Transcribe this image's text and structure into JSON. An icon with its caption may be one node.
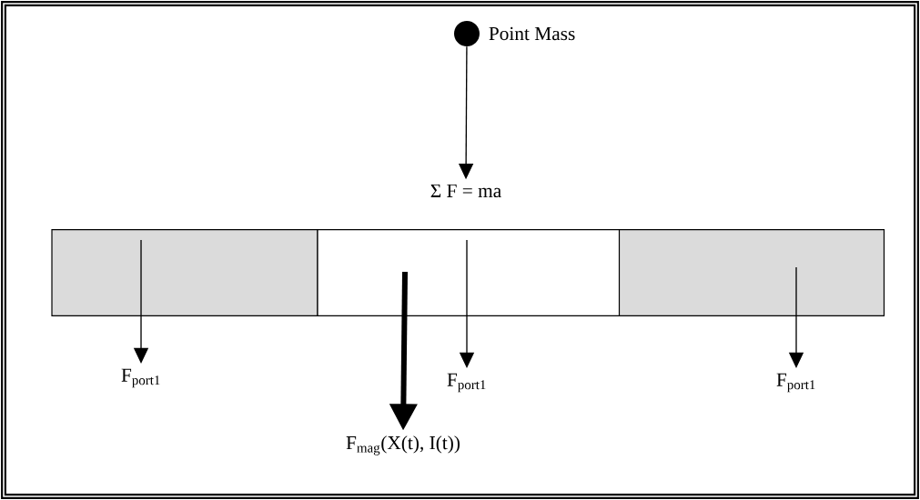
{
  "diagram": {
    "nodes": [
      {
        "text": [],
        "shape": "circle",
        "beside": [
          "Point Mass"
        ]
      },
      {
        "text": [
          "Σ F = ma"
        ]
      },
      {
        "text": [],
        "shape": "box"
      },
      {
        "text": [],
        "shape": "box"
      },
      {
        "text": [],
        "shape": "box"
      },
      {
        "text": [
          "F$_{port1}$"
        ]
      },
      {
        "text": [
          "F$_{port1}$"
        ]
      },
      {
        "text": [
          "F$_{port1}$"
        ]
      },
      {
        "text": [
          "F$_{mag}$(X(t), I(t))"
        ]
      }
    ],
    "edges": [
      {
        "from": 0,
        "to": 1,
        "arrow": "to"
      },
      {
        "from": 2,
        "to": 5,
        "arrow": "to"
      },
      {
        "from": 3,
        "to": 6,
        "arrow": "to"
      },
      {
        "from": 3,
        "to": 8,
        "arrow": "to",
        "style": "thick"
      },
      {
        "from": 4,
        "to": 7,
        "arrow": "to"
      }
    ]
  }
}
